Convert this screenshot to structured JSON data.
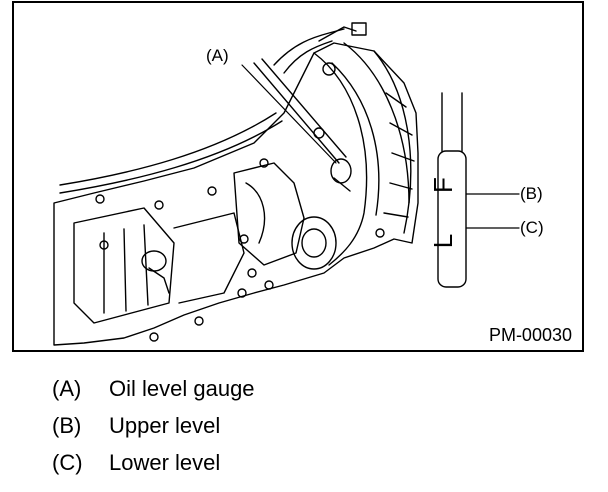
{
  "figure": {
    "callouts": {
      "a": "(A)",
      "b": "(B)",
      "c": "(C)"
    },
    "code": "PM-00030",
    "gauge_marks": {
      "upper": "F",
      "lower": "L"
    }
  },
  "legend": [
    {
      "key": "(A)",
      "text": "Oil level gauge"
    },
    {
      "key": "(B)",
      "text": "Upper level"
    },
    {
      "key": "(C)",
      "text": "Lower level"
    }
  ]
}
